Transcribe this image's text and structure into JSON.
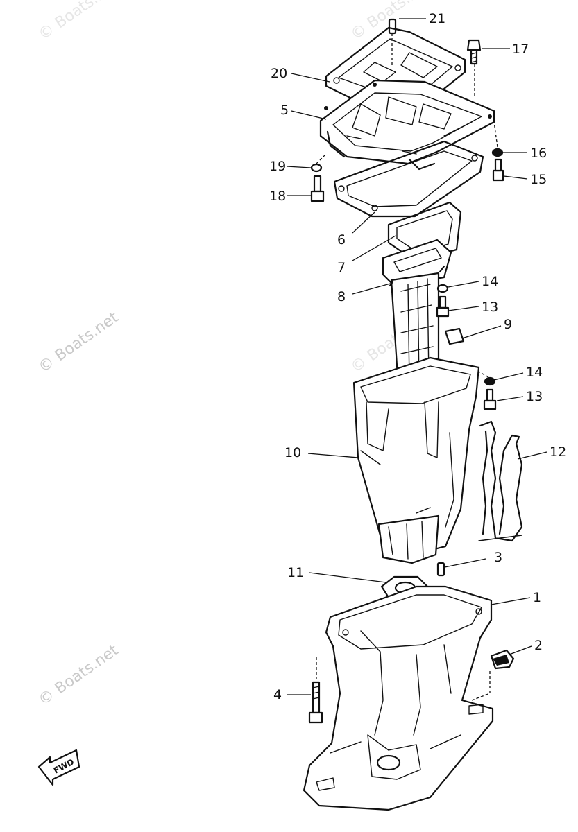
{
  "watermark": "© Boats.net",
  "direction_label": "FWD",
  "part_callouts": [
    "21",
    "17",
    "20",
    "5",
    "16",
    "19",
    "15",
    "18",
    "6",
    "7",
    "8",
    "14",
    "13",
    "9",
    "14",
    "13",
    "10",
    "12",
    "3",
    "11",
    "1",
    "2",
    "4"
  ]
}
